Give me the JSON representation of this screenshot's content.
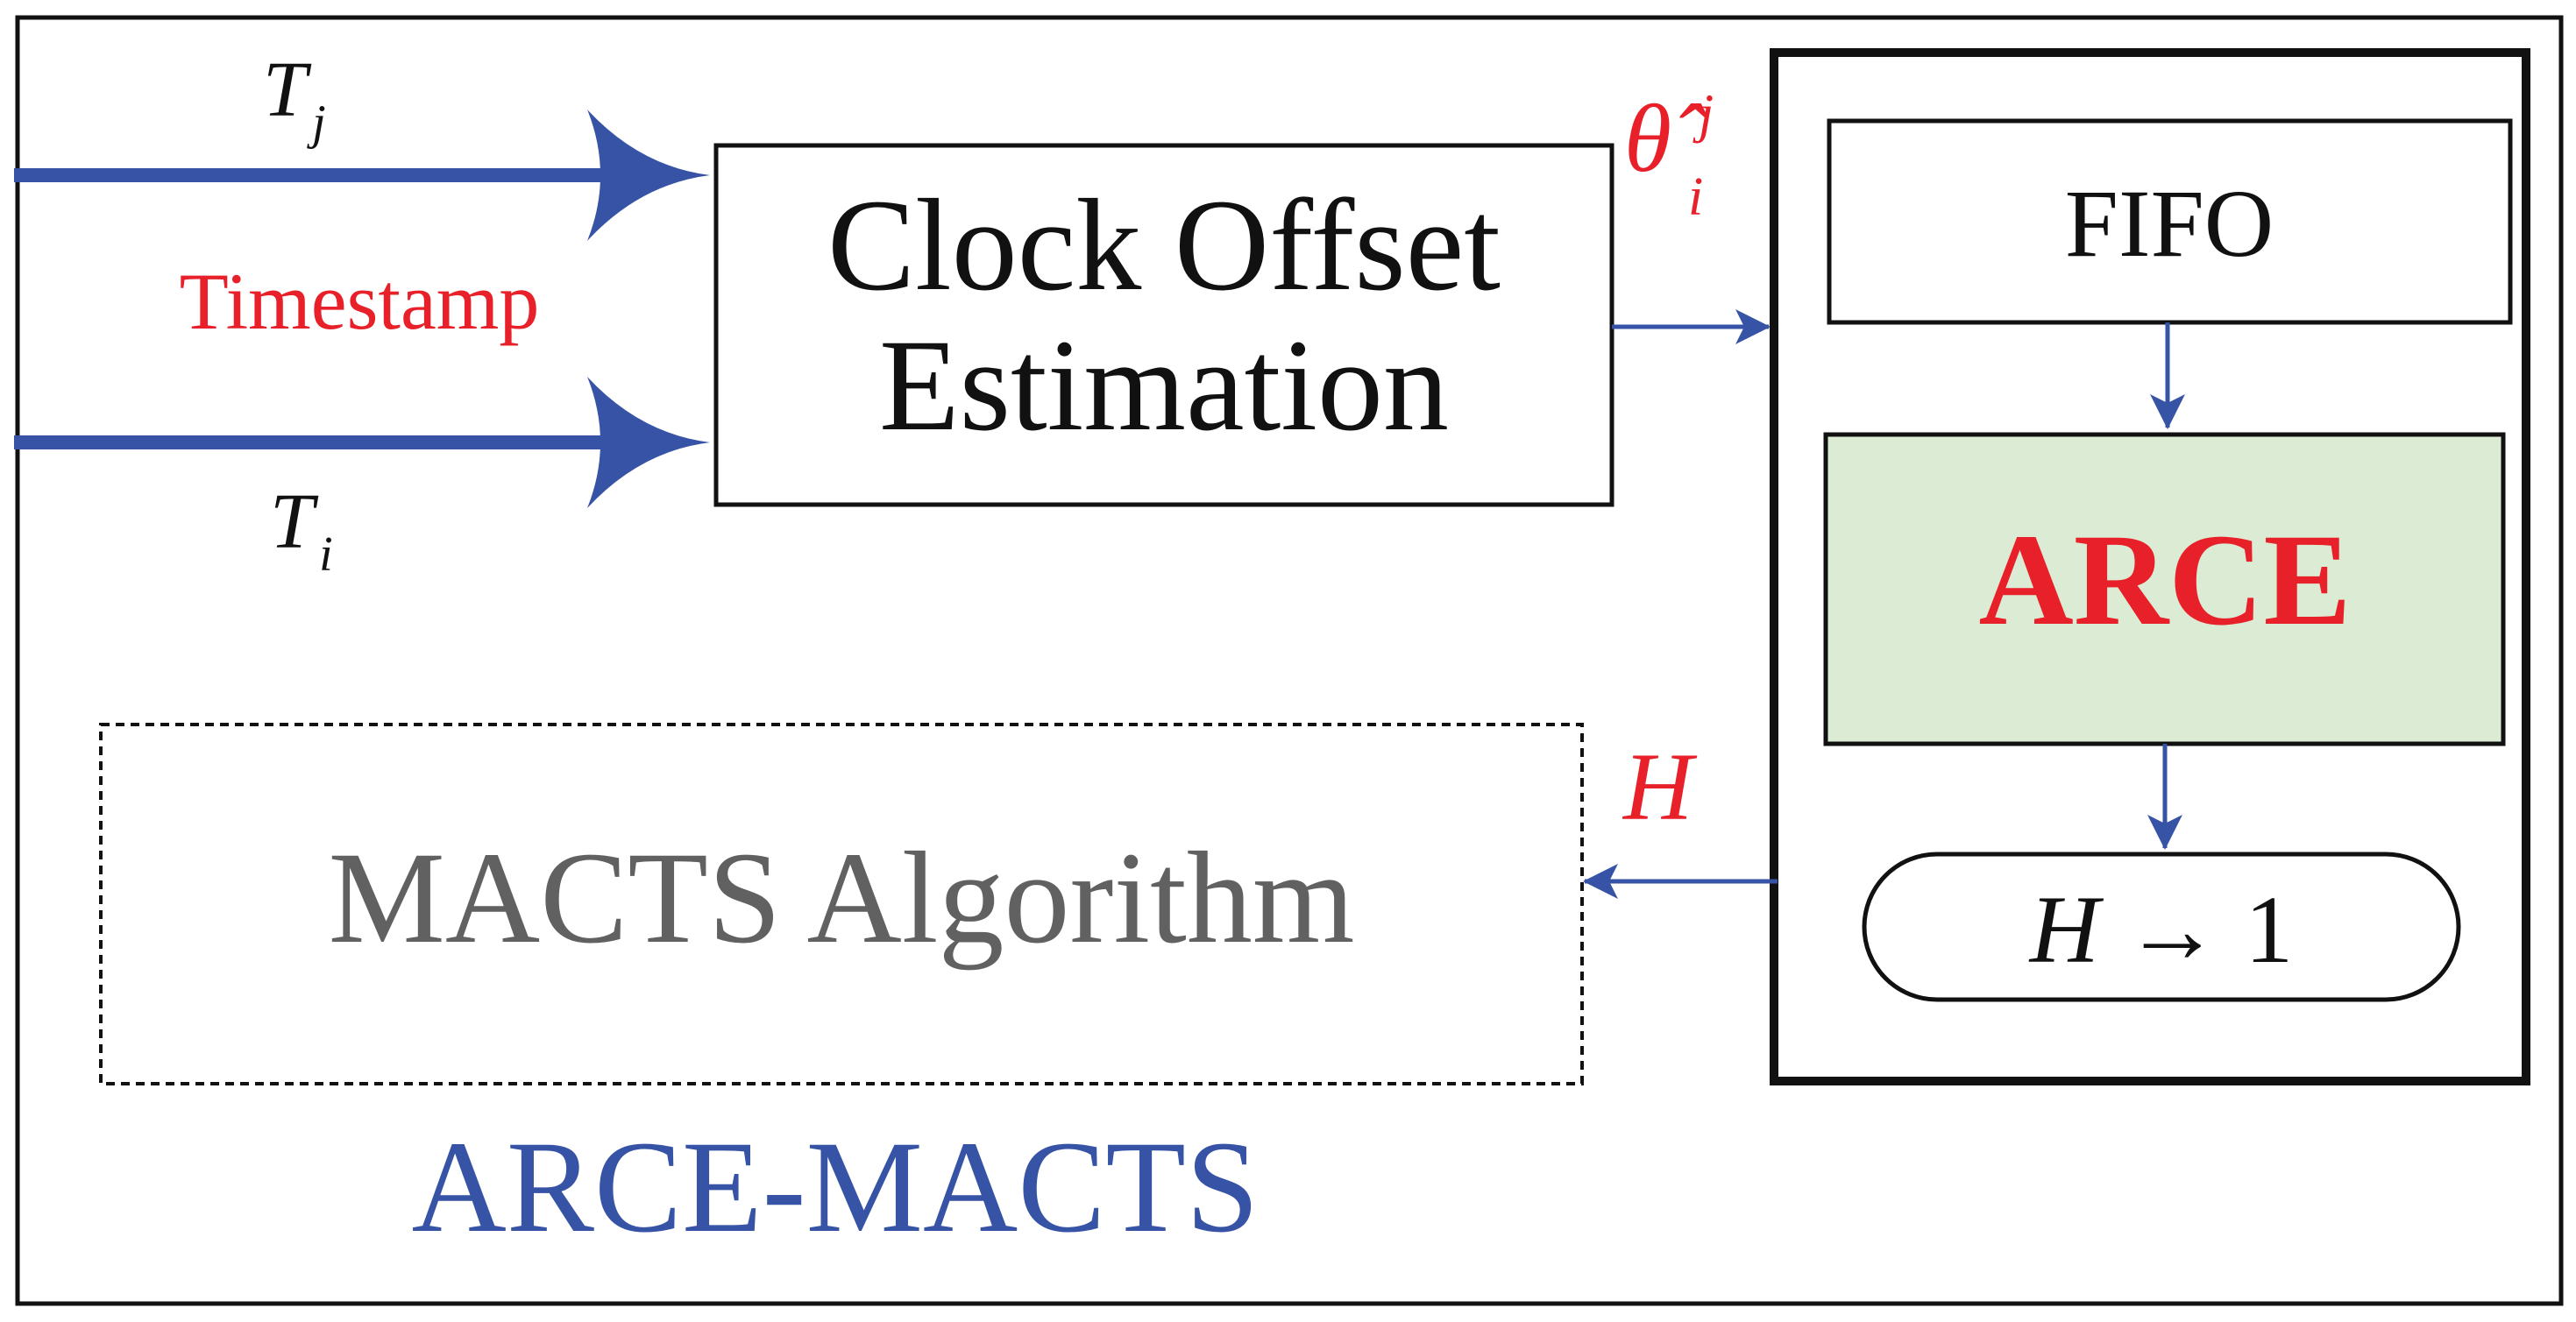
{
  "colors": {
    "red": "#e8202a",
    "blue": "#3653a5",
    "gray": "#616161",
    "black": "#111111",
    "arce_fill": "#dcebd3"
  },
  "inputs": {
    "tj": {
      "main": "T",
      "sub": "j"
    },
    "timestamp_label": "Timestamp",
    "ti": {
      "main": "T",
      "sub": "i"
    }
  },
  "clock_offset_box": {
    "line1": "Clock Offset",
    "line2": "Estimation"
  },
  "theta_label": {
    "main": "θ̂",
    "sub": "i",
    "sup": "j"
  },
  "fifo_label": "FIFO",
  "arce_label": "ARCE",
  "reset_box": {
    "var": "H",
    "arrow": "→",
    "value": "1"
  },
  "h_label": "H",
  "macts_label": "MACTS Algorithm",
  "system_label": "ARCE-MACTS"
}
